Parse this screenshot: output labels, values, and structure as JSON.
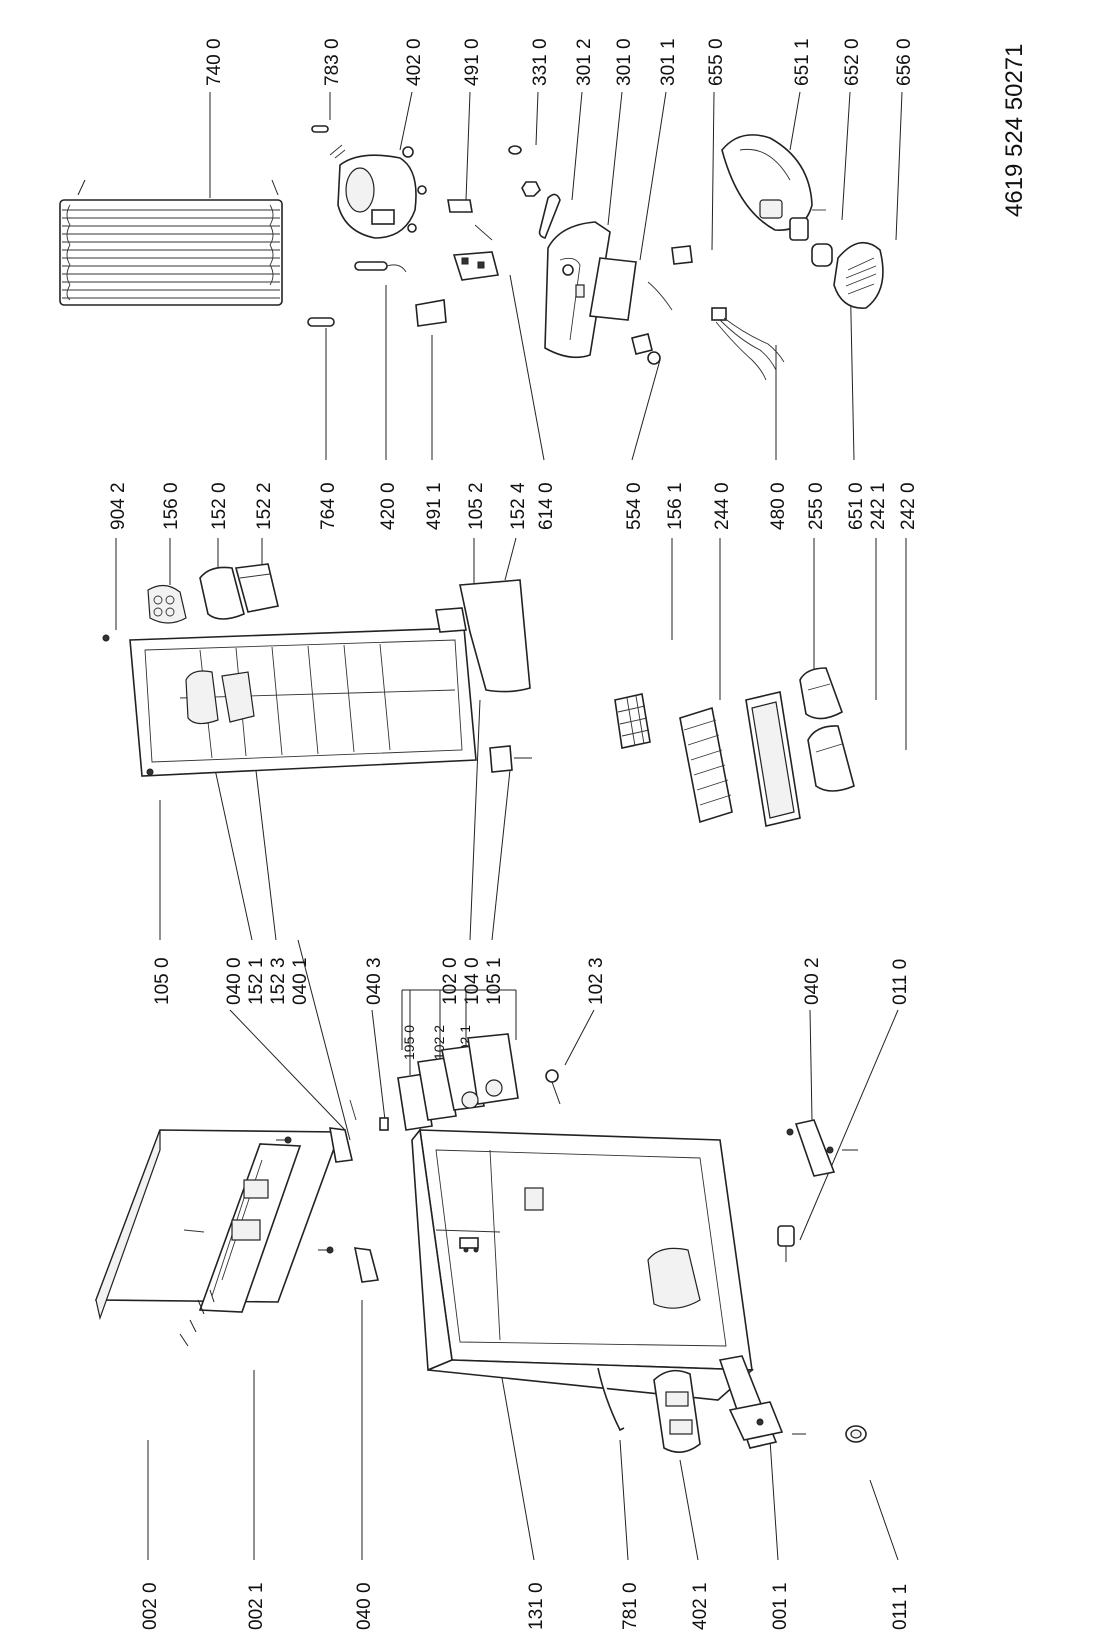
{
  "document_number": "4619 524 50271",
  "labels": {
    "l_740_0": "740 0",
    "l_783_0": "783 0",
    "l_402_0": "402 0",
    "l_491_0": "491 0",
    "l_331_0": "331 0",
    "l_301_2": "301 2",
    "l_301_0": "301 0",
    "l_301_1": "301 1",
    "l_655_0": "655 0",
    "l_651_1": "651 1",
    "l_652_0": "652 0",
    "l_656_0": "656 0",
    "l_904_2": "904 2",
    "l_156_0": "156 0",
    "l_152_0": "152 0",
    "l_152_2": "152 2",
    "l_764_0": "764 0",
    "l_420_0": "420 0",
    "l_491_1": "491 1",
    "l_105_2": "105 2",
    "l_152_4": "152 4",
    "l_614_0": "614 0",
    "l_554_0": "554 0",
    "l_156_1": "156 1",
    "l_244_0": "244 0",
    "l_480_0": "480 0",
    "l_255_0": "255 0",
    "l_651_0": "651 0",
    "l_242_1": "242 1",
    "l_242_0": "242 0",
    "l_105_0": "105 0",
    "l_040_0a": "040 0",
    "l_152_1": "152 1",
    "l_152_3": "152 3",
    "l_040_1": "040 1",
    "l_040_3": "040 3",
    "l_102_0": "102 0",
    "l_104_0": "104 0",
    "l_105_1": "105 1",
    "l_195_0": "195 0",
    "l_102_2": "102 2",
    "l_102_1": "102 1",
    "l_102_3": "102 3",
    "l_040_2": "040 2",
    "l_011_0": "011 0",
    "l_002_0": "002 0",
    "l_002_1": "002 1",
    "l_040_0b": "040 0",
    "l_131_0": "131 0",
    "l_781_0": "781 0",
    "l_402_1": "402 1",
    "l_001_1": "001 1",
    "l_011_1": "011 1"
  }
}
